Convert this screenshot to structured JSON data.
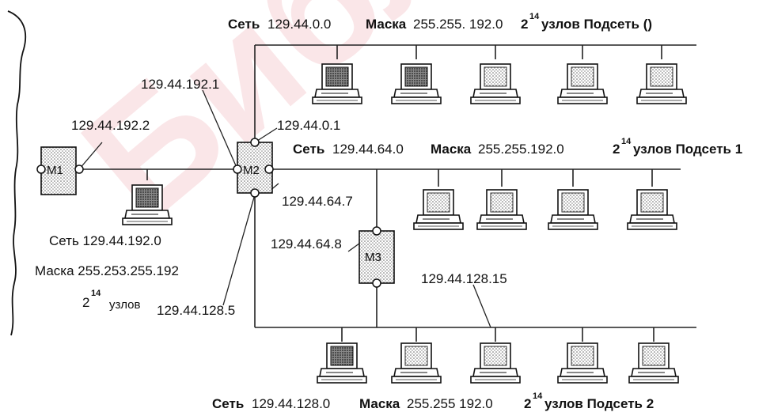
{
  "watermark": "Библиотека",
  "routers": [
    "М1",
    "М2",
    "М3"
  ],
  "networks": [
    {
      "net_word": "Сеть",
      "net_addr": "129.44.0.0",
      "mask_word": "Маска",
      "mask_addr": "255.255. 192.0",
      "base": "2",
      "exp": "14",
      "nodes_word": "узлов Подсеть ()"
    },
    {
      "net_word": "Сеть",
      "net_addr": "129.44.64.0",
      "mask_word": "Маска",
      "mask_addr": "255.255.192.0",
      "base": "2",
      "exp": "14",
      "nodes_word": "узлов Подсеть 1"
    },
    {
      "net_word": "Сеть",
      "net_addr": "129.44.128.0",
      "mask_word": "Маска",
      "mask_addr": "255.255 192.0",
      "base": "2",
      "exp": "14",
      "nodes_word": "узлов Подсеть 2"
    }
  ],
  "left_network": {
    "net": "Сеть 129.44.192.0",
    "mask": "Маска 255.253.255.192",
    "base": "2",
    "exp": "14",
    "nodes": "узлов"
  },
  "addresses": [
    "129.44.192.1",
    "129.44.192.2",
    "129.44.0.1",
    "129.44.64.7",
    "129.44.64.8",
    "129.44.128.15",
    "129.44.128.5"
  ]
}
